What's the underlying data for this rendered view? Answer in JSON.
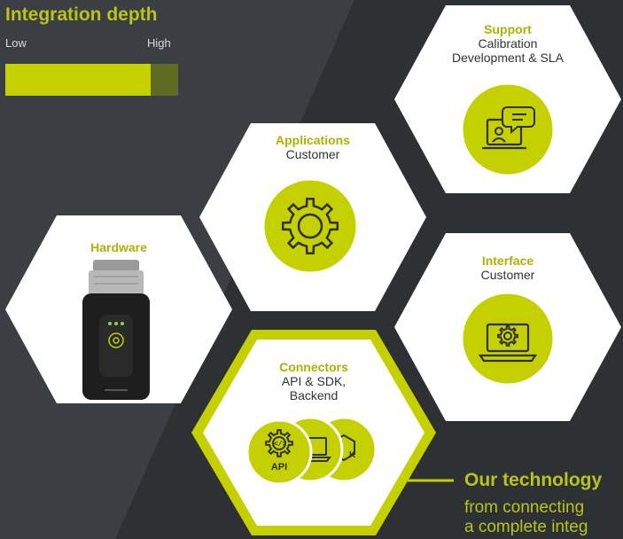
{
  "integration_depth": {
    "title": "Integration depth",
    "low_label": "Low",
    "high_label": "High",
    "level": 0.84
  },
  "hexagons": {
    "support": {
      "title": "Support",
      "subtitle": "Calibration\nDevelopment & SLA",
      "icon": "video-support-icon"
    },
    "applications": {
      "title": "Applications",
      "subtitle": "Customer",
      "icon": "gear-icon"
    },
    "hardware": {
      "title": "Hardware",
      "subtitle": "",
      "icon": "device-photo"
    },
    "interface": {
      "title": "Interface",
      "subtitle": "Customer",
      "icon": "laptop-gear-icon"
    },
    "connectors": {
      "title": "Connectors",
      "subtitle": "API & SDK,\nBackend",
      "icons": [
        "api-gear-icon",
        "laptop-icon",
        "sdk-cube-icon"
      ],
      "api_label": "API",
      "sdk_label": "K"
    }
  },
  "tagline": {
    "title": "Our technology",
    "text": "from connecting\na complete integ"
  },
  "colors": {
    "accent": "#c4d000",
    "accent_dark": "#5f6b23",
    "background": "#2e3134",
    "hexagon_fill": "#ffffff",
    "title_green": "#a8b400"
  }
}
